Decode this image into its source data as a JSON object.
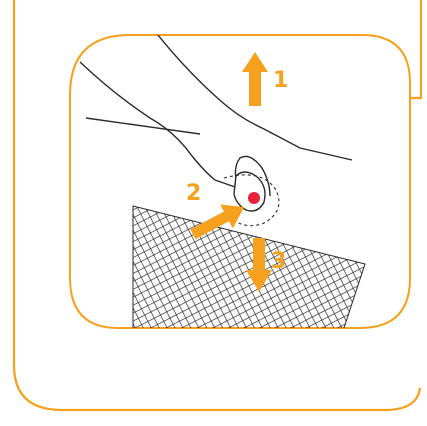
{
  "colors": {
    "accent": "#F5A11E",
    "outline": "#2B2B2B",
    "alert": "#E8203A",
    "background": "#FFFFFF"
  },
  "steps": [
    {
      "label": "1",
      "direction": "up"
    },
    {
      "label": "2",
      "direction": "up-right"
    },
    {
      "label": "3",
      "direction": "down"
    }
  ],
  "icons": [
    "hand-icon",
    "finger-icon",
    "mesh-screen-icon",
    "red-dot-icon",
    "dashed-motion-ring-icon"
  ]
}
